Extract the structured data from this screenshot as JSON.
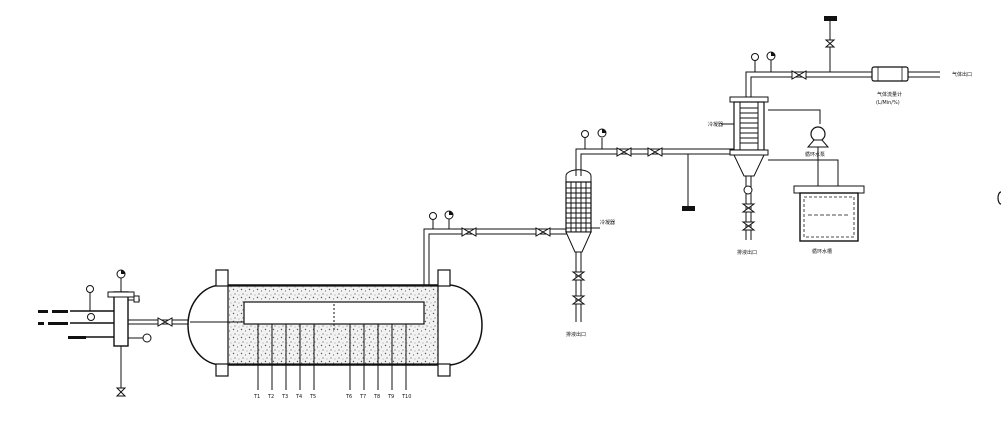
{
  "diagram": {
    "thermocouples_left": [
      "T1",
      "T2",
      "T3",
      "T4",
      "T5"
    ],
    "thermocouples_right": [
      "T6",
      "T7",
      "T8",
      "T9",
      "T10"
    ],
    "labels": {
      "first_condenser": "冷凝器",
      "first_outlet": "排液出口",
      "second_condenser": "冷凝器",
      "second_outlet": "排液出口",
      "pump": "循环水泵",
      "bath": "循环水槽",
      "flowmeter": "气体流量计",
      "flowmeter_sub": "(L/Min/%)",
      "gas_outlet": "气体出口"
    }
  }
}
